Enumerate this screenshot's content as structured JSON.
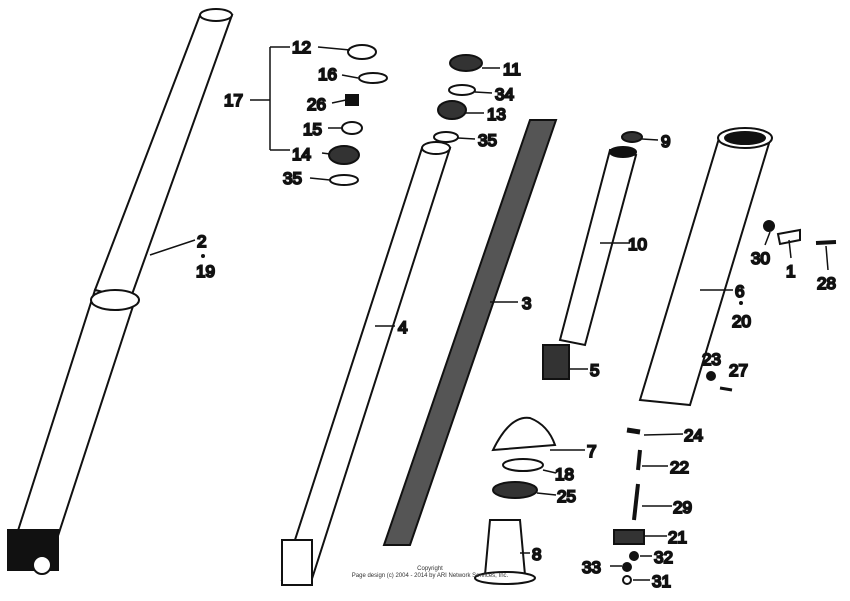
{
  "diagram": {
    "labels": {
      "p1": "1",
      "p2": "2",
      "p3": "3",
      "p4": "4",
      "p5": "5",
      "p6": "6",
      "p7": "7",
      "p8": "8",
      "p9": "9",
      "p10": "10",
      "p11": "11",
      "p12": "12",
      "p13": "13",
      "p14": "14",
      "p15": "15",
      "p16": "16",
      "p17": "17",
      "p18": "18",
      "p19": "19",
      "p20": "20",
      "p21": "21",
      "p22": "22",
      "p23": "23",
      "p24": "24",
      "p25": "25",
      "p26": "26",
      "p27": "27",
      "p28": "28",
      "p29": "29",
      "p30": "30",
      "p31": "31",
      "p32": "32",
      "p33": "33",
      "p34": "34",
      "p35a": "35",
      "p35b": "35"
    }
  },
  "footer": {
    "copyright": "Copyright",
    "page_design": "Page design (c) 2004 - 2014 by ARI Network Services, Inc."
  }
}
